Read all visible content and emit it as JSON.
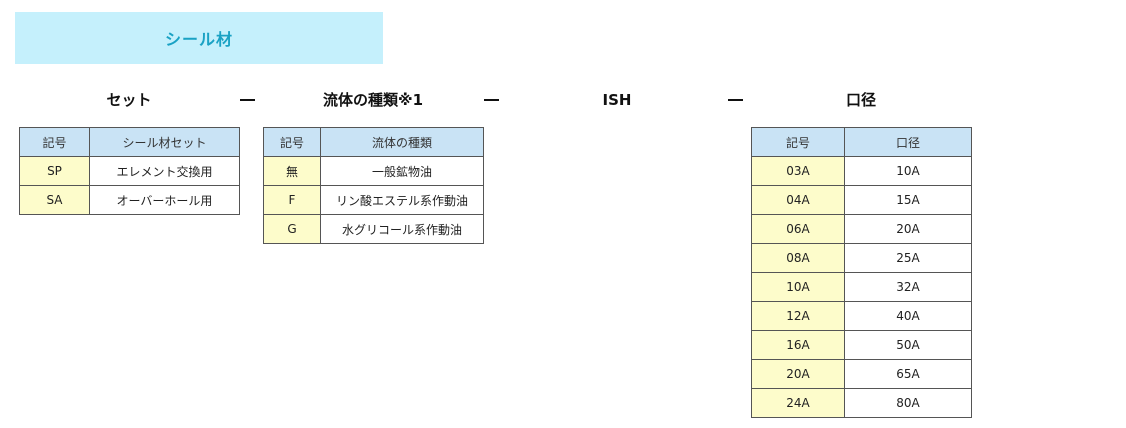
{
  "banner": {
    "title": "シール材"
  },
  "labels": {
    "set": "セット",
    "fluid": "流体の種類※1",
    "ish": "ISH",
    "bore": "口径"
  },
  "separator": "ー",
  "tables": {
    "set": {
      "headers": [
        "記号",
        "シール材セット"
      ],
      "rows": [
        [
          "SP",
          "エレメント交換用"
        ],
        [
          "SA",
          "オーバーホール用"
        ]
      ]
    },
    "fluid": {
      "headers": [
        "記号",
        "流体の種類"
      ],
      "rows": [
        [
          "無",
          "一般鉱物油"
        ],
        [
          "F",
          "リン酸エステル系作動油"
        ],
        [
          "G",
          "水グリコール系作動油"
        ]
      ]
    },
    "bore": {
      "headers": [
        "記号",
        "口径"
      ],
      "rows": [
        [
          "03A",
          "10A"
        ],
        [
          "04A",
          "15A"
        ],
        [
          "06A",
          "20A"
        ],
        [
          "08A",
          "25A"
        ],
        [
          "10A",
          "32A"
        ],
        [
          "12A",
          "40A"
        ],
        [
          "16A",
          "50A"
        ],
        [
          "20A",
          "65A"
        ],
        [
          "24A",
          "80A"
        ]
      ]
    }
  }
}
